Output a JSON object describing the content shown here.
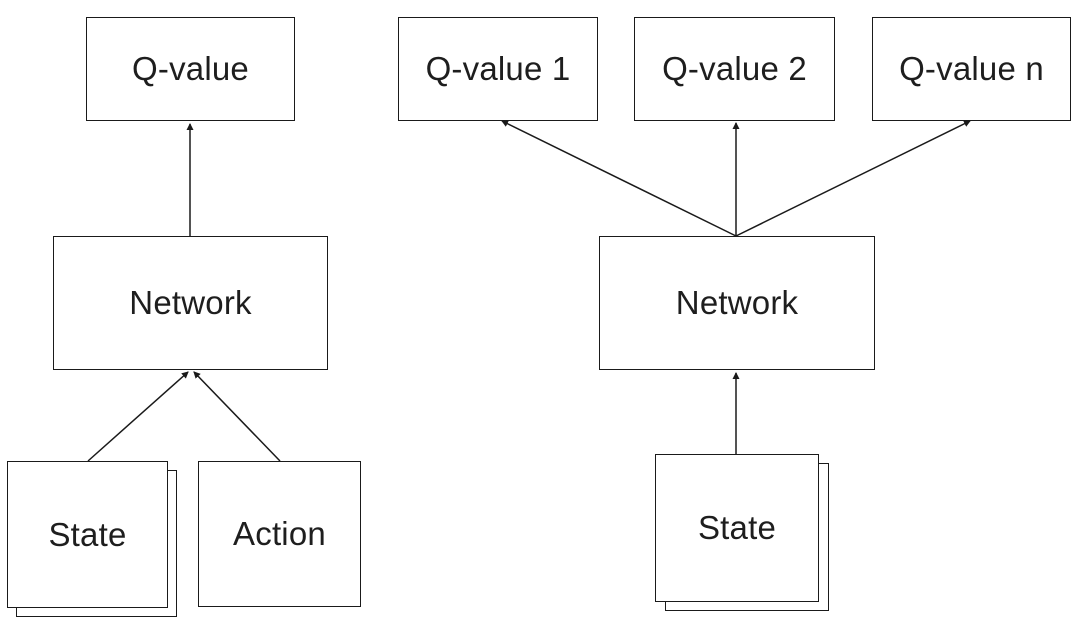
{
  "left_diagram": {
    "output": "Q-value",
    "network": "Network",
    "inputs": [
      "State",
      "Action"
    ]
  },
  "right_diagram": {
    "outputs": [
      "Q-value 1",
      "Q-value 2",
      "Q-value n"
    ],
    "network": "Network",
    "input": "State"
  },
  "colors": {
    "stroke": "#1a1a1a",
    "text": "#1e1e1e",
    "background": "#ffffff"
  }
}
